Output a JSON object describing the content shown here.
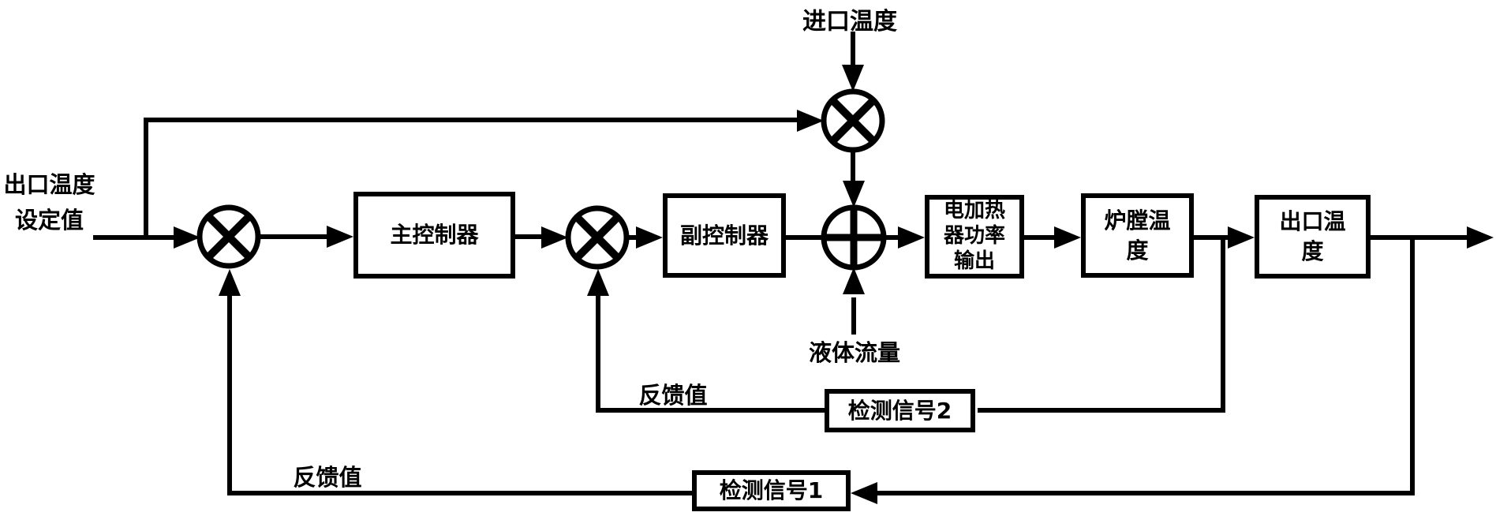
{
  "diagram": {
    "title_hint": "cascade-temperature-control-block-diagram",
    "ink_color": "#000000",
    "background_color": "#ffffff",
    "labels": {
      "inlet_temp": "进口温度",
      "setpoint": "出口温度\n设定值",
      "liquid_flow": "液体流量",
      "feedback_upper": "反馈值",
      "feedback_lower": "反馈值"
    },
    "blocks": {
      "main_controller": "主控制器",
      "secondary_controller": "副控制器",
      "heater_power_output": "电加热\n器功率\n输出",
      "furnace_temp": "炉膛温\n度",
      "outlet_temp": "出口温\n度",
      "detect_signal_2": "检测信号2",
      "detect_signal_1": "检测信号1"
    },
    "junctions": {
      "comparator_1": "multiply-compare-junction",
      "comparator_2": "multiply-compare-junction",
      "feedforward_multiplier": "multiply-junction",
      "summer": "sum-junction"
    }
  }
}
